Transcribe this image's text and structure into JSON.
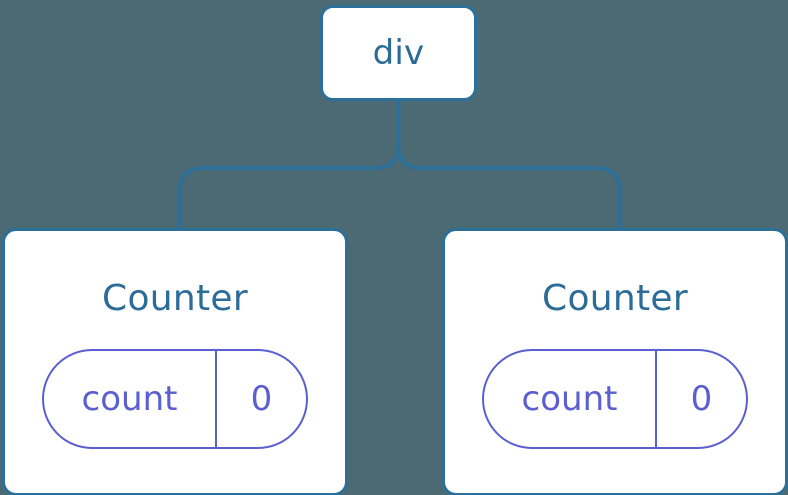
{
  "diagram": {
    "type": "component-tree",
    "background_color": "#4b6a73",
    "node_border_color": "#2c7099",
    "node_fill_color": "#ffffff",
    "title_text_color": "#2b6c99",
    "connector_color": "#2c7099",
    "state_accent_color": "#5b5fd0"
  },
  "root": {
    "label": "div"
  },
  "children": [
    {
      "label": "Counter",
      "state": {
        "key": "count",
        "value": "0"
      }
    },
    {
      "label": "Counter",
      "state": {
        "key": "count",
        "value": "0"
      }
    }
  ]
}
